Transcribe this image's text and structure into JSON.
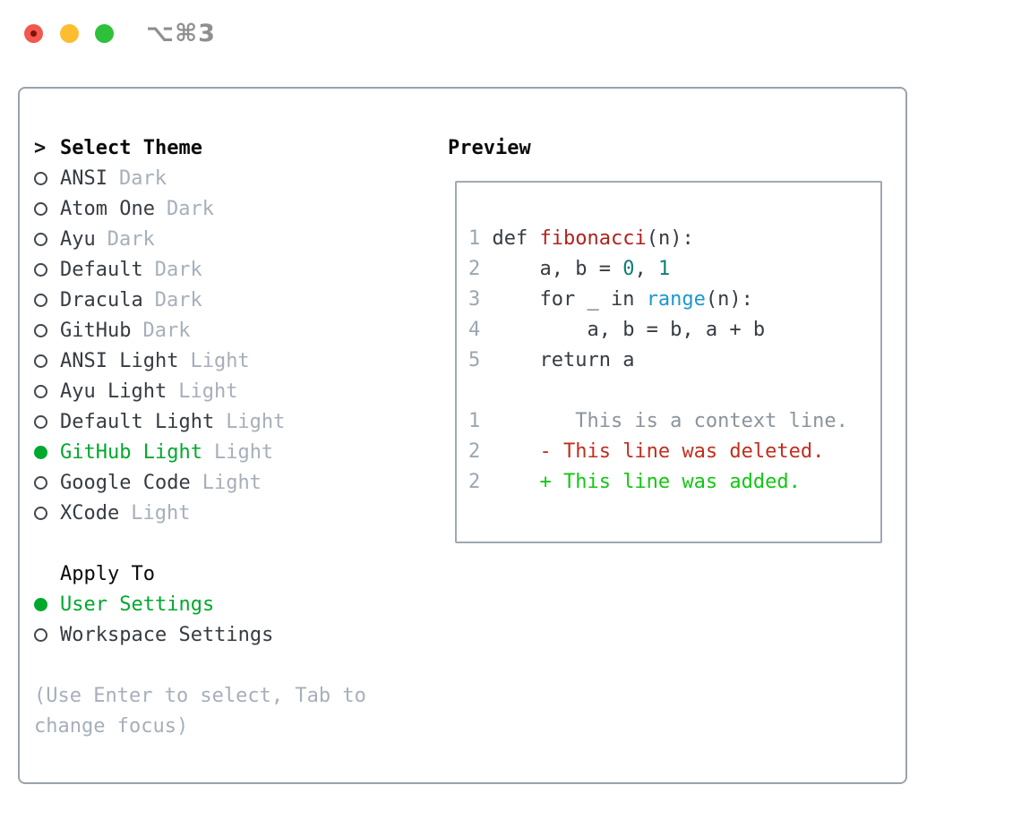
{
  "colors": {
    "selected_green": "#00a82e",
    "added_green": "#13c713",
    "deleted_red": "#c22e1c",
    "function_red": "#b0221d",
    "number_teal": "#0d7f75",
    "builtin_blue": "#1b98ce",
    "code_text": "#363c42",
    "line_number": "#9ba6b2",
    "context_gray": "#8b939c",
    "dim_text": "#a6afba",
    "list_text": "#363c42",
    "heading_text": "#0a0a0a",
    "panel_border": "#9aa2ac",
    "preview_border": "#a0a9b3",
    "traffic_red": "#f4574d",
    "traffic_red_dot": "#7d140c",
    "traffic_yellow": "#fcbe30",
    "traffic_green": "#2ec03b",
    "shortcut_text": "#8e8f91"
  },
  "titlebar": {
    "shortcut": "⌥⌘3"
  },
  "theme_picker": {
    "prompt": ">",
    "title": "Select Theme",
    "themes": [
      {
        "name": "ANSI",
        "variant": "Dark",
        "selected": false
      },
      {
        "name": "Atom One",
        "variant": "Dark",
        "selected": false
      },
      {
        "name": "Ayu",
        "variant": "Dark",
        "selected": false
      },
      {
        "name": "Default",
        "variant": "Dark",
        "selected": false
      },
      {
        "name": "Dracula",
        "variant": "Dark",
        "selected": false
      },
      {
        "name": "GitHub",
        "variant": "Dark",
        "selected": false
      },
      {
        "name": "ANSI Light",
        "variant": "Light",
        "selected": false
      },
      {
        "name": "Ayu Light",
        "variant": "Light",
        "selected": false
      },
      {
        "name": "Default Light",
        "variant": "Light",
        "selected": false
      },
      {
        "name": "GitHub Light",
        "variant": "Light",
        "selected": true
      },
      {
        "name": "Google Code",
        "variant": "Light",
        "selected": false
      },
      {
        "name": "XCode",
        "variant": "Light",
        "selected": false
      }
    ],
    "apply_to": {
      "title": "Apply To",
      "options": [
        {
          "name": "User Settings",
          "selected": true
        },
        {
          "name": "Workspace Settings",
          "selected": false
        }
      ]
    },
    "hint_lines": [
      "(Use Enter to select, Tab to",
      "change focus)"
    ]
  },
  "preview": {
    "title": "Preview",
    "code_lines": [
      [
        {
          "c": "linenum",
          "t": "1 "
        },
        {
          "c": "plain",
          "t": "def "
        },
        {
          "c": "func",
          "t": "fibonacci"
        },
        {
          "c": "plain",
          "t": "(n):"
        }
      ],
      [
        {
          "c": "linenum",
          "t": "2 "
        },
        {
          "c": "plain",
          "t": "    a, b = "
        },
        {
          "c": "num",
          "t": "0"
        },
        {
          "c": "plain",
          "t": ", "
        },
        {
          "c": "num",
          "t": "1"
        }
      ],
      [
        {
          "c": "linenum",
          "t": "3 "
        },
        {
          "c": "plain",
          "t": "    for _ in "
        },
        {
          "c": "builtin",
          "t": "range"
        },
        {
          "c": "plain",
          "t": "(n):"
        }
      ],
      [
        {
          "c": "linenum",
          "t": "4 "
        },
        {
          "c": "plain",
          "t": "        a, b = b, a + b"
        }
      ],
      [
        {
          "c": "linenum",
          "t": "5 "
        },
        {
          "c": "plain",
          "t": "    return a"
        }
      ],
      [],
      [
        {
          "c": "linenum",
          "t": "1"
        },
        {
          "c": "context",
          "t": "        This is a context line."
        }
      ],
      [
        {
          "c": "linenum",
          "t": "2"
        },
        {
          "c": "del",
          "t": "     - This line was deleted."
        }
      ],
      [
        {
          "c": "linenum",
          "t": "2"
        },
        {
          "c": "add",
          "t": "     + This line was added."
        }
      ]
    ]
  }
}
